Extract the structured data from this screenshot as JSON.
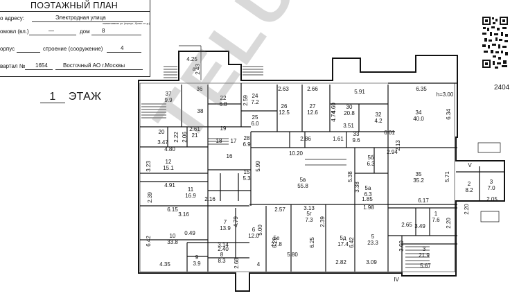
{
  "header": {
    "title": "ПОЭТАЖНЫЙ ПЛАН",
    "address_label": "о адресу:",
    "street": "Электродная улица",
    "street_note": "наименование ул. (переул., бульв. и т.д.)",
    "lane_label": "омовл (вл.)",
    "lane_value": "—",
    "house_label": "дом",
    "house_value": "8",
    "corpus_label": "орпус",
    "building_label": "строение (сооружение)",
    "building_value": "4",
    "quarter_label": "вартал №",
    "quarter_value": "1654",
    "district_value": "Восточный АО г.Москвы"
  },
  "floor": {
    "number": "1",
    "label": "ЭТАЖ"
  },
  "plan_code": "2404",
  "watermark": "TELUS",
  "rooms": [
    {
      "no": "37",
      "area": "9.9"
    },
    {
      "no": "36",
      "area": ""
    },
    {
      "no": "38",
      "area": ""
    },
    {
      "no": "22",
      "area": "6.8"
    },
    {
      "no": "24",
      "area": "7.2"
    },
    {
      "no": "26",
      "area": "12.5"
    },
    {
      "no": "27",
      "area": "12.6"
    },
    {
      "no": "30",
      "area": "20.8"
    },
    {
      "no": "32",
      "area": "4.2"
    },
    {
      "no": "34",
      "area": "40.0"
    },
    {
      "no": "25",
      "area": "6.0"
    },
    {
      "no": "20",
      "area": ""
    },
    {
      "no": "21",
      "area": ""
    },
    {
      "no": "19",
      "area": ""
    },
    {
      "no": "18",
      "area": ""
    },
    {
      "no": "17",
      "area": ""
    },
    {
      "no": "28",
      "area": "6.9"
    },
    {
      "no": "33",
      "area": "9.6"
    },
    {
      "no": "12",
      "area": "15.1"
    },
    {
      "no": "16",
      "area": ""
    },
    {
      "no": "15",
      "area": "5.3"
    },
    {
      "no": "5в",
      "area": "55.8"
    },
    {
      "no": "5б",
      "area": "6.3"
    },
    {
      "no": "35",
      "area": "35.2"
    },
    {
      "no": "11",
      "area": "16.9"
    },
    {
      "no": "5а",
      "area": "6.3"
    },
    {
      "no": "2",
      "area": "8.2"
    },
    {
      "no": "3",
      "area": "7.0"
    },
    {
      "no": "7",
      "area": "13.9"
    },
    {
      "no": "6",
      "area": "12.0"
    },
    {
      "no": "5г",
      "area": "7.3"
    },
    {
      "no": "1",
      "area": "7.6"
    },
    {
      "no": "10",
      "area": "33.8"
    },
    {
      "no": "5е",
      "area": "27.8"
    },
    {
      "no": "5д",
      "area": "17.4"
    },
    {
      "no": "5",
      "area": "23.3"
    },
    {
      "no": "9",
      "area": "3.9"
    },
    {
      "no": "8",
      "area": "8.3"
    },
    {
      "no": "3",
      "area": "21.9"
    },
    {
      "no": "4",
      "area": ""
    },
    {
      "no": "",
      "area": ""
    },
    {
      "no": "а",
      "area": ""
    },
    {
      "no": "V",
      "area": ""
    },
    {
      "no": "IV",
      "area": ""
    }
  ],
  "dimensions": [
    "4.25",
    "2.43",
    "2.63",
    "2.66",
    "6.35",
    "h=3.00",
    "5.91",
    "2.59",
    "4.60",
    "4.74",
    "3.51",
    "6.01",
    "6.34",
    "2.61",
    "3.47",
    "2.22",
    "2.06",
    "4.80",
    "10.20",
    "2.86",
    "1.61",
    "2.94",
    "2.13",
    "3.23",
    "4.91",
    "5.99",
    "5.38",
    "5.71",
    "2.39",
    "2.16",
    "3.38",
    "1.85",
    "6.17",
    "6.15",
    "2.57",
    "3.13",
    "2.39",
    "1.98",
    "2.20",
    "3.16",
    "0.49",
    "4.79",
    "2.65",
    "3.49",
    "2.20",
    "6.42",
    "5.00",
    "6.29",
    "6.25",
    "6.42",
    "3.14",
    "2.40",
    "5.80",
    "2.82",
    "3.09",
    "3.60",
    "5.67",
    "2.68",
    "4.35",
    "2.05"
  ]
}
